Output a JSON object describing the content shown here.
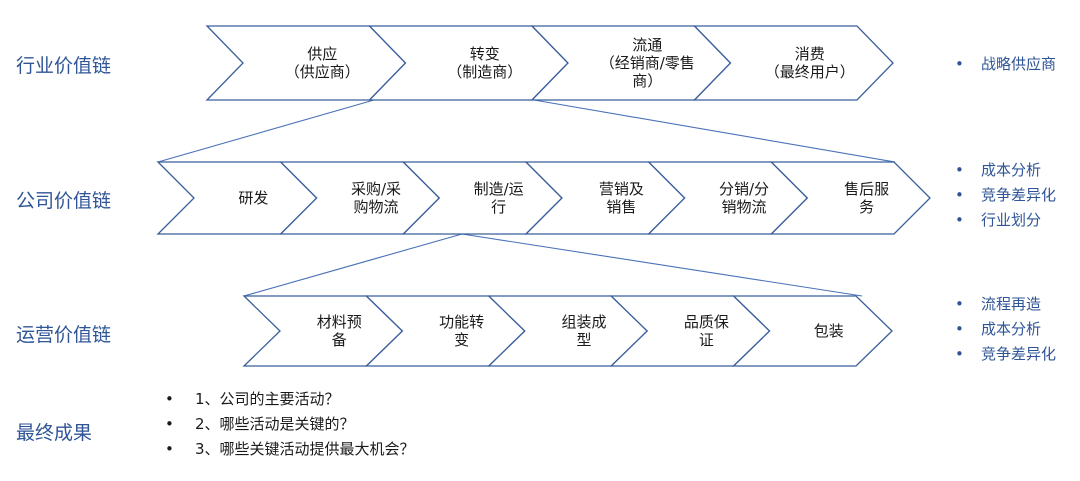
{
  "rows": [
    {
      "title": "行业价值链",
      "steps": [
        {
          "lines": [
            "供应",
            "（供应商）"
          ]
        },
        {
          "lines": [
            "转变",
            "（制造商）"
          ]
        },
        {
          "lines": [
            "流通",
            "（经销商/零售",
            "商）"
          ]
        },
        {
          "lines": [
            "消费",
            "（最终用户）"
          ]
        }
      ],
      "bullets": [
        "战略供应商"
      ]
    },
    {
      "title": "公司价值链",
      "steps": [
        {
          "lines": [
            "研发"
          ]
        },
        {
          "lines": [
            "采购/采",
            "购物流"
          ]
        },
        {
          "lines": [
            "制造/运",
            "行"
          ]
        },
        {
          "lines": [
            "营销及",
            "销售"
          ]
        },
        {
          "lines": [
            "分销/分",
            "销物流"
          ]
        },
        {
          "lines": [
            "售后服",
            "务"
          ]
        }
      ],
      "bullets": [
        "成本分析",
        "竞争差异化",
        "行业划分"
      ]
    },
    {
      "title": "运营价值链",
      "steps": [
        {
          "lines": [
            "材料预",
            "备"
          ]
        },
        {
          "lines": [
            "功能转",
            "变"
          ]
        },
        {
          "lines": [
            "组装成",
            "型"
          ]
        },
        {
          "lines": [
            "品质保",
            "证"
          ]
        },
        {
          "lines": [
            "包装"
          ]
        }
      ],
      "bullets": [
        "流程再造",
        "成本分析",
        "竞争差异化"
      ]
    }
  ],
  "final": {
    "title": "最终成果",
    "questions": [
      "1、公司的主要活动？",
      "2、哪些活动是关键的？",
      "3、哪些关键活动提供最大机会？"
    ]
  },
  "colors": {
    "title_blue": "#2f5597",
    "chevron_stroke": "#3a5f9c",
    "connector": "#4a72b8"
  }
}
